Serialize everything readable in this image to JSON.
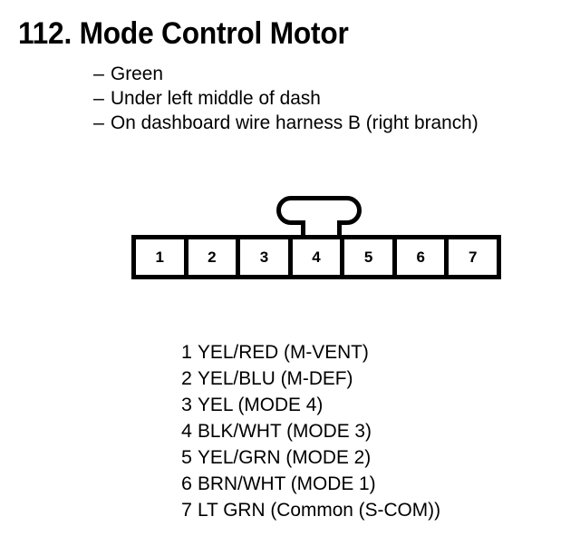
{
  "page": {
    "title": "112.  Mode Control Motor",
    "background_color": "#ffffff",
    "ink_color": "#000000"
  },
  "bullets": {
    "dash": "–",
    "items": [
      {
        "text": "Green"
      },
      {
        "text": "Under left middle of dash"
      },
      {
        "text": "On dashboard wire harness B (right branch)"
      }
    ]
  },
  "connector": {
    "name": "7-pin connector",
    "latch_position": "top-center above pin 4",
    "pins": [
      {
        "number": "1"
      },
      {
        "number": "2"
      },
      {
        "number": "3"
      },
      {
        "number": "4"
      },
      {
        "number": "5"
      },
      {
        "number": "6"
      },
      {
        "number": "7"
      }
    ]
  },
  "legend": {
    "rows": [
      {
        "num": "1",
        "desc": "YEL/RED (M-VENT)"
      },
      {
        "num": "2",
        "desc": "YEL/BLU (M-DEF)"
      },
      {
        "num": "3",
        "desc": "YEL (MODE 4)"
      },
      {
        "num": "4",
        "desc": "BLK/WHT (MODE 3)"
      },
      {
        "num": "5",
        "desc": "YEL/GRN (MODE 2)"
      },
      {
        "num": "6",
        "desc": "BRN/WHT (MODE 1)"
      },
      {
        "num": "7",
        "desc": "LT GRN (Common (S-COM))"
      }
    ]
  }
}
